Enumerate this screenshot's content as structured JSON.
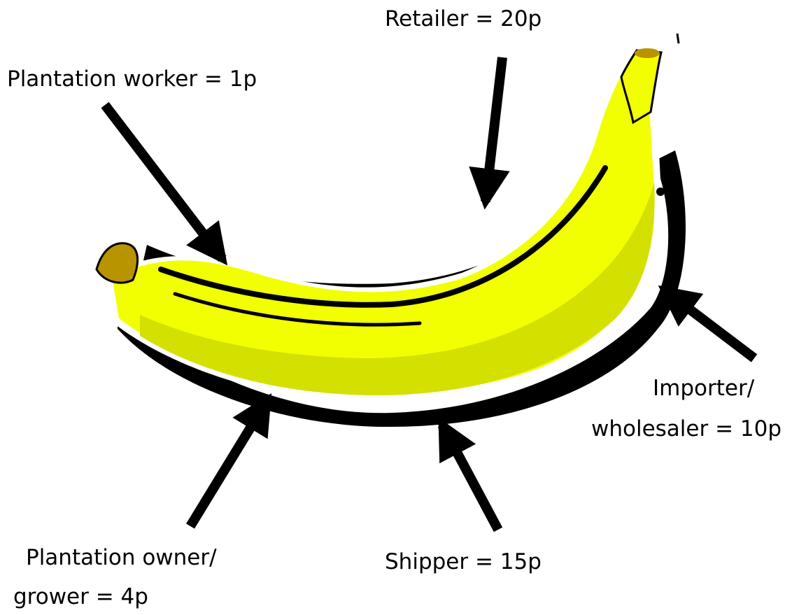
{
  "labels": {
    "retailer": "Retailer =  20p",
    "plantation_worker": "Plantation worker = 1p",
    "importer_line1": "Importer/",
    "importer_line2": "wholesaler = 10p",
    "shipper": "Shipper = 15p",
    "owner_line1": "Plantation owner/",
    "owner_line2": "grower = 4p"
  },
  "colors": {
    "banana_yellow": "#f2ff00",
    "banana_shade": "#d4e000",
    "banana_tip": "#b89400",
    "outline": "#000000",
    "arrow": "#000000"
  }
}
